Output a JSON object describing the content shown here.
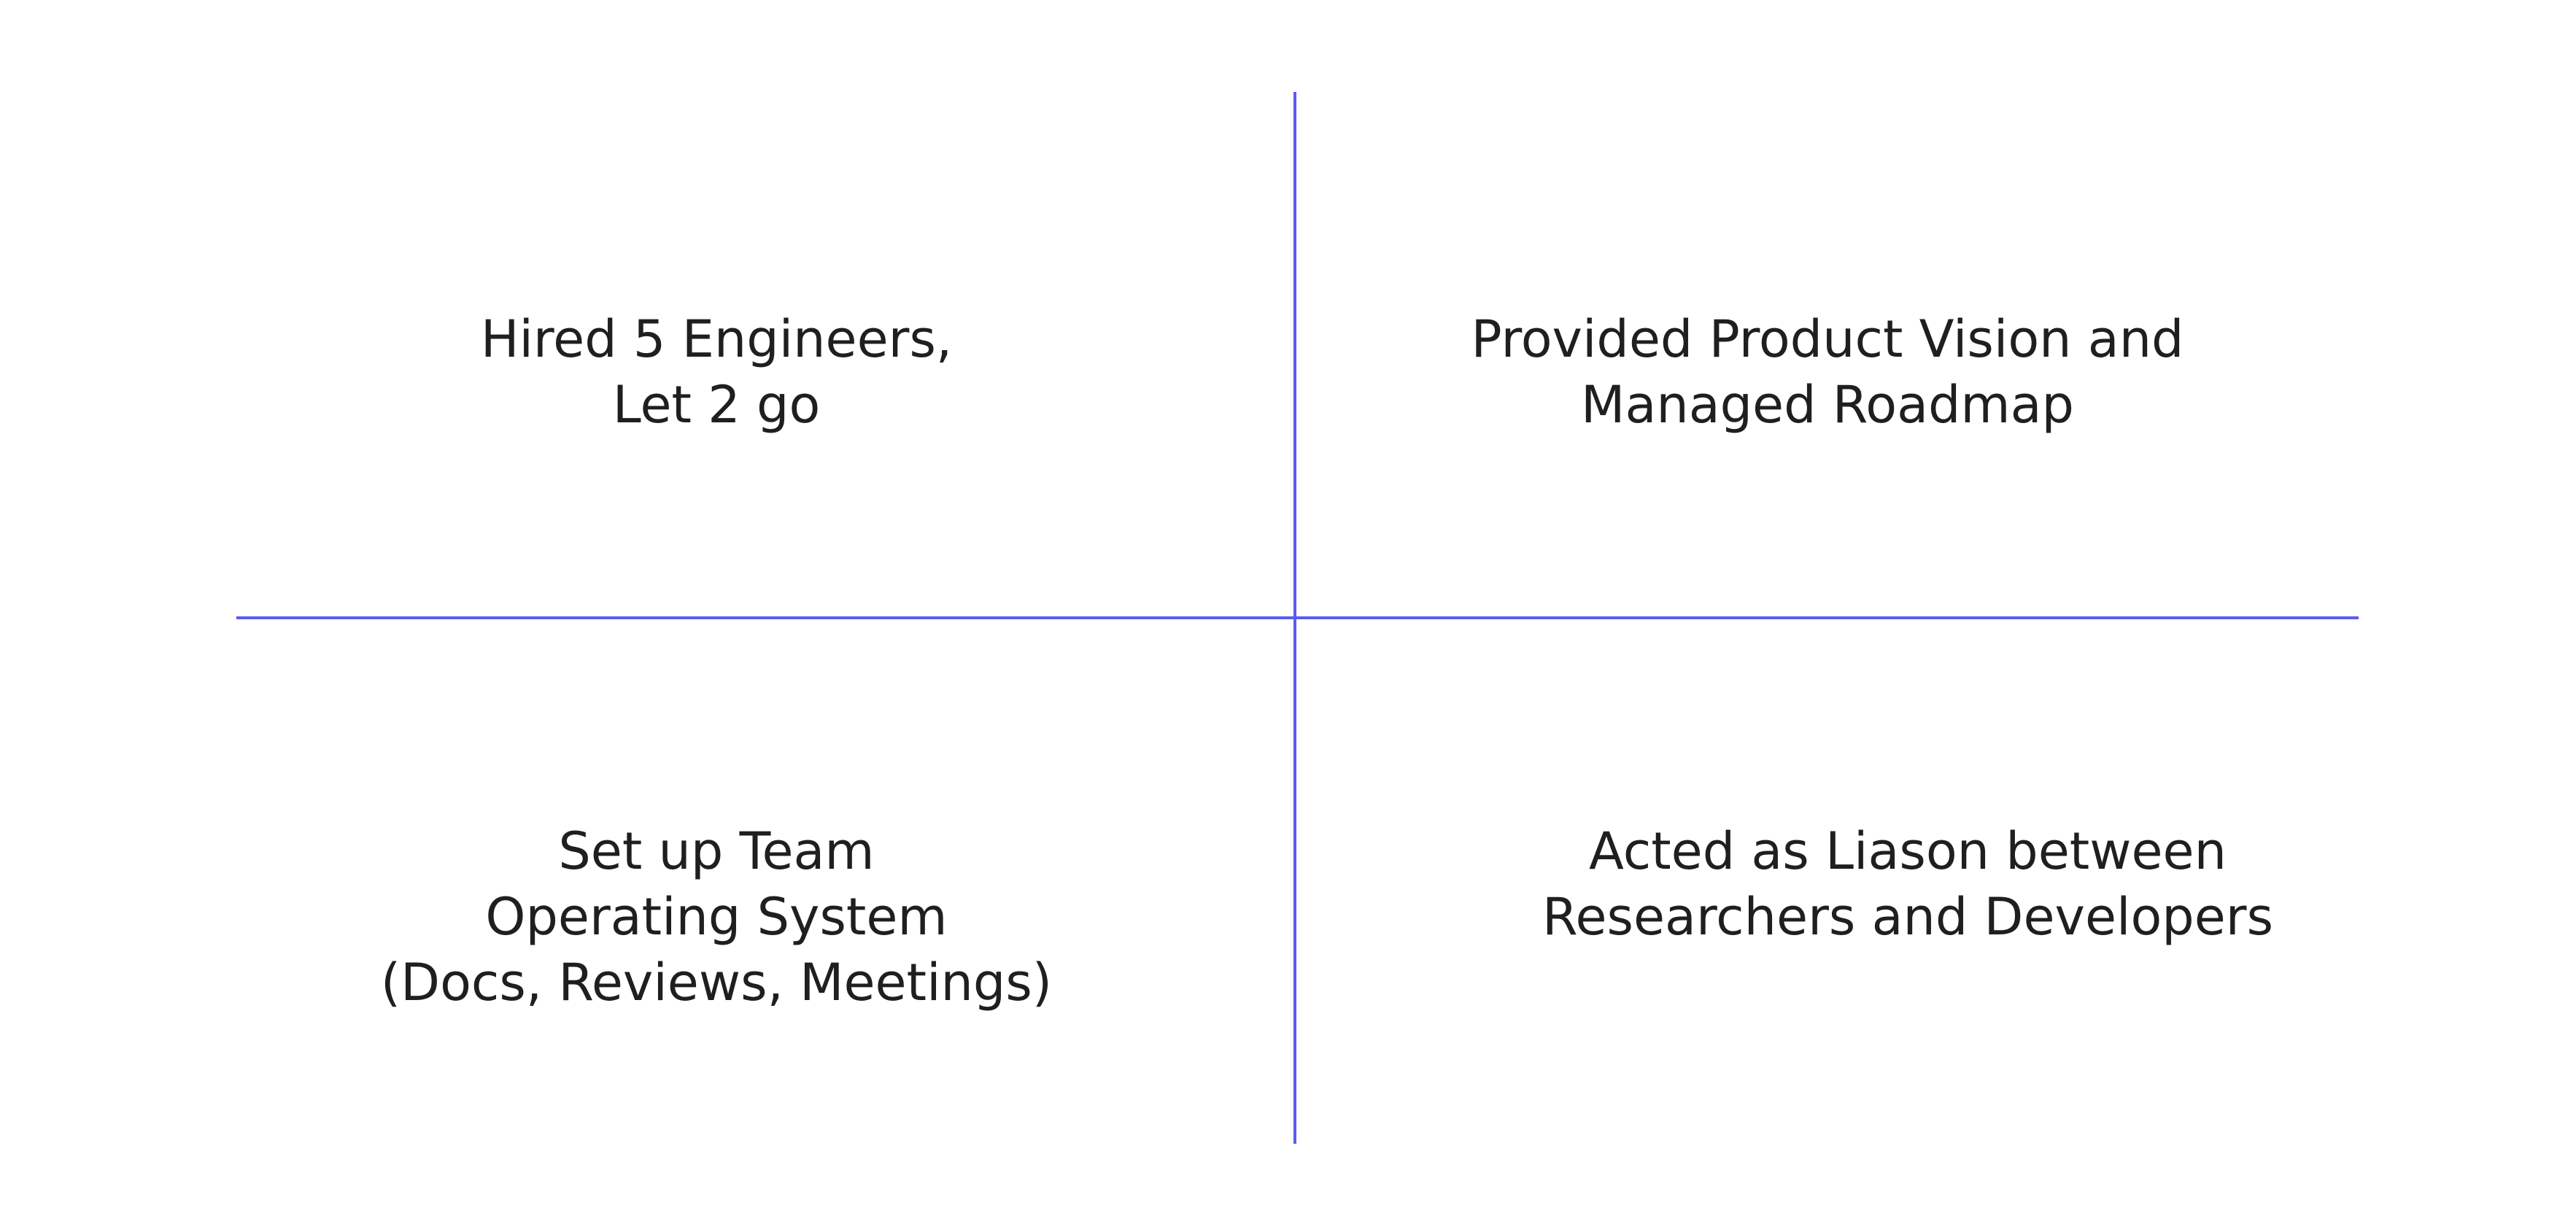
{
  "colors": {
    "axis": "#5b5bf0",
    "text": "#1f1f1f",
    "background": "#ffffff"
  },
  "quadrants": {
    "top_left": "Hired 5 Engineers,\nLet 2 go",
    "top_right": "Provided Product Vision and\nManaged Roadmap",
    "bottom_left": "Set up Team\nOperating System\n(Docs, Reviews, Meetings)",
    "bottom_right": "Acted as Liason between\nResearchers and Developers"
  }
}
